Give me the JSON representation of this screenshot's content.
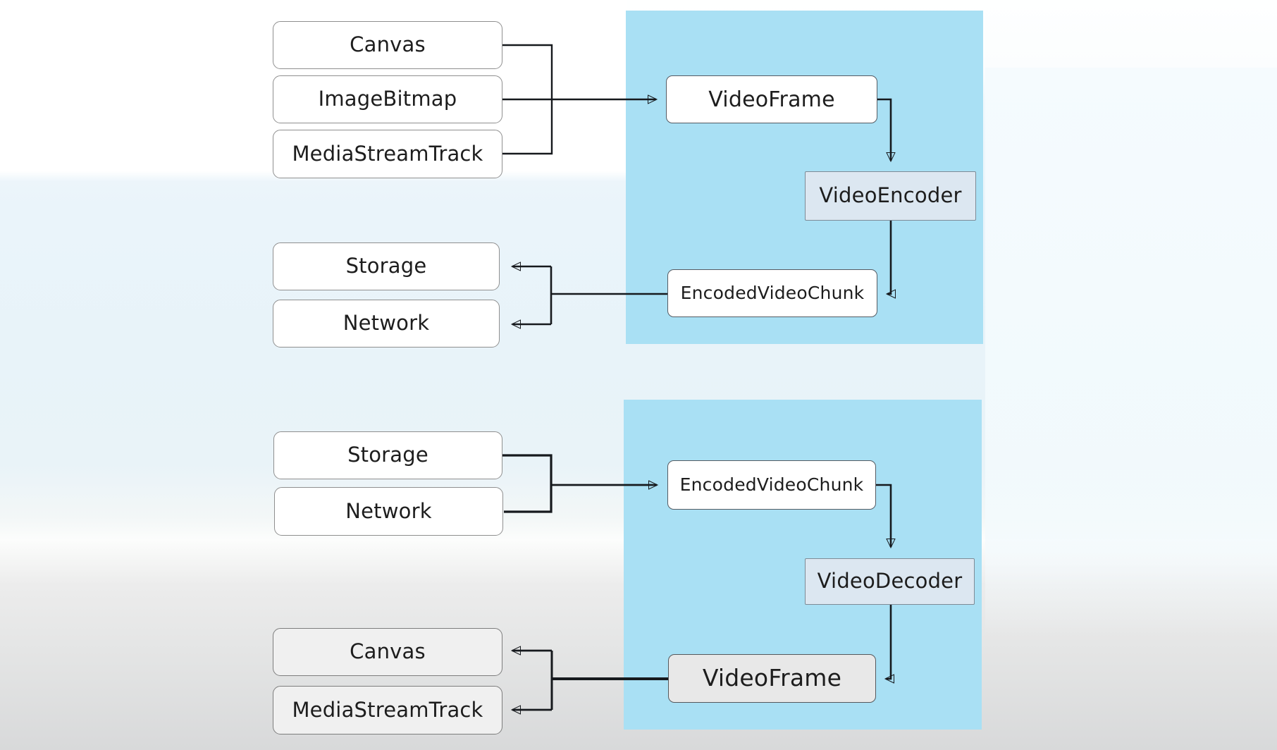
{
  "colors": {
    "panel_blue": "#a9e0f4",
    "codec_box_fill": "#dce7f1",
    "white_box_fill": "#ffffff",
    "gray_box_fill": "#e8e8e8",
    "connector_line": "#16191d"
  },
  "encode_flow": {
    "sources": [
      {
        "label": "Canvas"
      },
      {
        "label": "ImageBitmap"
      },
      {
        "label": "MediaStreamTrack"
      }
    ],
    "video_frame": "VideoFrame",
    "encoder": "VideoEncoder",
    "chunk": "EncodedVideoChunk",
    "sinks": [
      {
        "label": "Storage"
      },
      {
        "label": "Network"
      }
    ]
  },
  "decode_flow": {
    "sources": [
      {
        "label": "Storage"
      },
      {
        "label": "Network"
      }
    ],
    "chunk": "EncodedVideoChunk",
    "decoder": "VideoDecoder",
    "video_frame": "VideoFrame",
    "sinks": [
      {
        "label": "Canvas"
      },
      {
        "label": "MediaStreamTrack"
      }
    ]
  }
}
